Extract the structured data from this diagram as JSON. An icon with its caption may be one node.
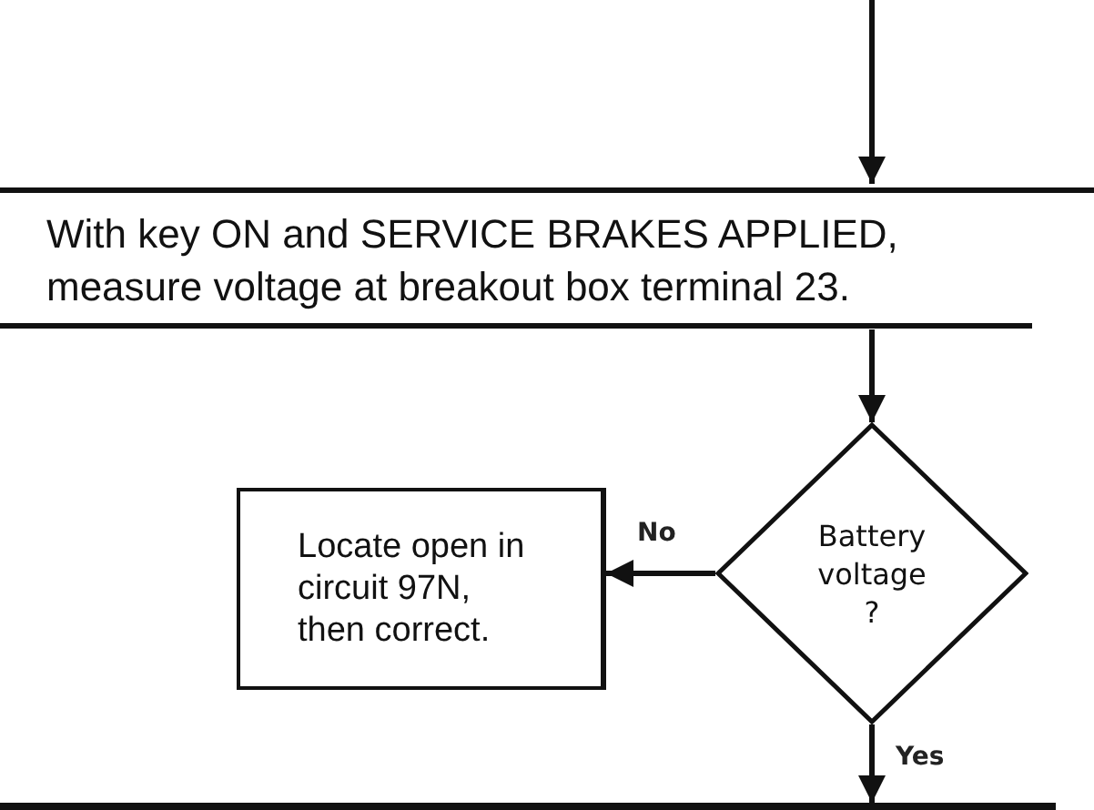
{
  "diagram": {
    "nodes": [
      {
        "text": [
          "With key ON and SERVICE BRAKES APPLIED, measure voltage at breakout box terminal 23."
        ]
      },
      {
        "text": [
          "Battery voltage ?"
        ]
      },
      {
        "text": [
          "Locate open in circuit 97N, then correct."
        ]
      },
      {
        "text": [],
        "shape": "bar"
      }
    ],
    "edges": [
      {
        "from": null,
        "to": 0,
        "arrow": "to"
      },
      {
        "from": 0,
        "to": 1,
        "arrow": "to"
      },
      {
        "from": 1,
        "to": 2,
        "arrow": "to",
        "label": "No"
      },
      {
        "from": 1,
        "to": 3,
        "arrow": "to",
        "label": "Yes"
      }
    ]
  }
}
